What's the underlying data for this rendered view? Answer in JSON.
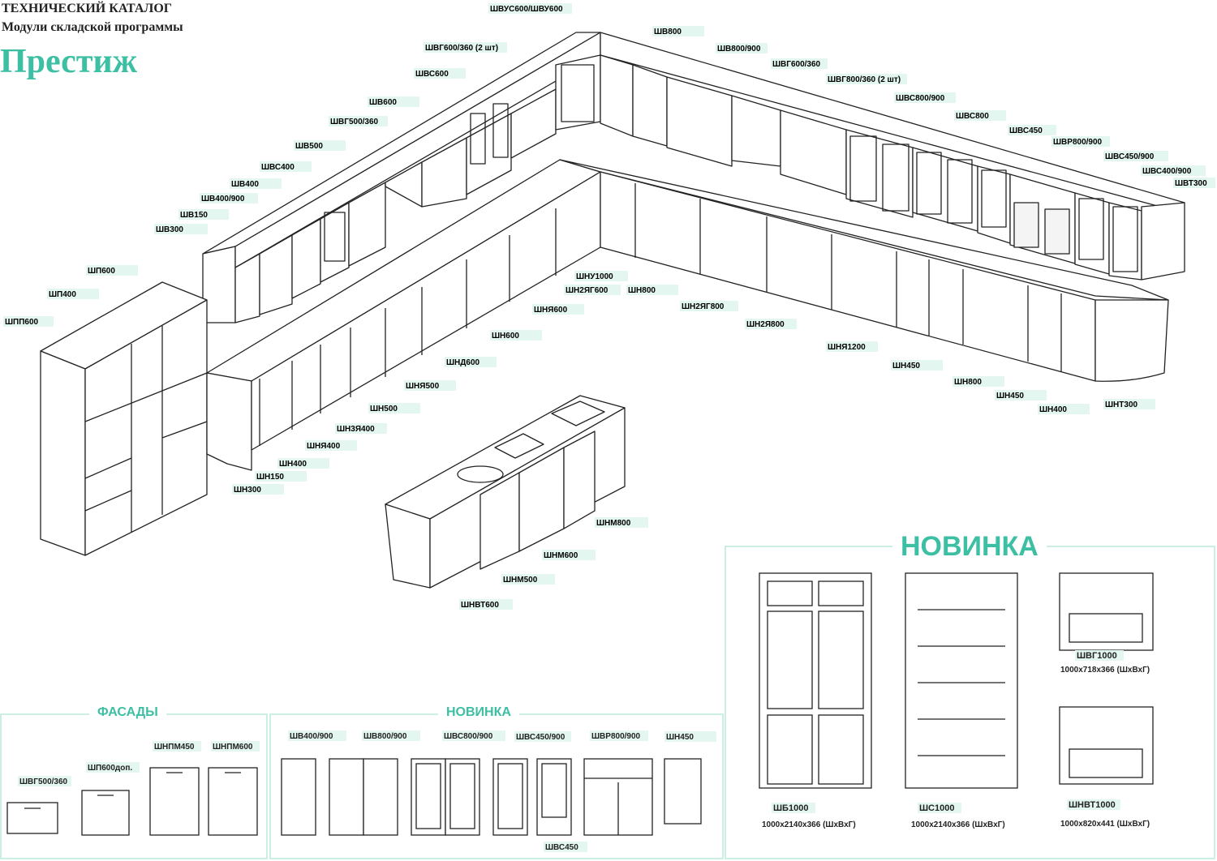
{
  "header": {
    "catalog_title": "ТЕХНИЧЕСКИЙ КАТАЛОГ",
    "catalog_subtitle": "Модули складской программы",
    "brand": "Престиж"
  },
  "colors": {
    "accent": "#3cbfa3",
    "tag_bg": "#e3f6f0",
    "line": "#222222",
    "panel_border": "#cdeee4"
  },
  "labels": [
    {
      "id": "shvus600",
      "text": "ШВУС600/ШВУ600"
    },
    {
      "id": "shv800",
      "text": "ШВ800"
    },
    {
      "id": "shv800_900",
      "text": "ШВ800/900"
    },
    {
      "id": "shvg600_360b",
      "text": "ШВГ600/360"
    },
    {
      "id": "shvg600_360a",
      "text": "ШВГ600/360 (2 шт)"
    },
    {
      "id": "shvg800_360",
      "text": "ШВГ800/360 (2 шт)"
    },
    {
      "id": "shvs600",
      "text": "ШВС600"
    },
    {
      "id": "shvs800_900",
      "text": "ШВС800/900"
    },
    {
      "id": "shv600",
      "text": "ШВ600"
    },
    {
      "id": "shvs800",
      "text": "ШВС800"
    },
    {
      "id": "shvg500_360",
      "text": "ШВГ500/360"
    },
    {
      "id": "shvs450",
      "text": "ШВС450"
    },
    {
      "id": "shvr800_900",
      "text": "ШВР800/900"
    },
    {
      "id": "shv500",
      "text": "ШВ500"
    },
    {
      "id": "shvs450_900",
      "text": "ШВС450/900"
    },
    {
      "id": "shvs400",
      "text": "ШВС400"
    },
    {
      "id": "shvs400_900",
      "text": "ШВС400/900"
    },
    {
      "id": "shvt300",
      "text": "ШВТ300"
    },
    {
      "id": "shv400",
      "text": "ШВ400"
    },
    {
      "id": "shv400_900",
      "text": "ШВ400/900"
    },
    {
      "id": "shv150",
      "text": "ШВ150"
    },
    {
      "id": "shv300",
      "text": "ШВ300"
    },
    {
      "id": "shp600",
      "text": "ШП600"
    },
    {
      "id": "shp400",
      "text": "ШП400"
    },
    {
      "id": "shpp600",
      "text": "ШПП600"
    },
    {
      "id": "shnu1000",
      "text": "ШНУ1000"
    },
    {
      "id": "shn2yag600",
      "text": "ШН2ЯГ600"
    },
    {
      "id": "shn800a",
      "text": "ШН800"
    },
    {
      "id": "shn2yag800",
      "text": "ШН2ЯГ800"
    },
    {
      "id": "shnya600",
      "text": "ШНЯ600"
    },
    {
      "id": "shn2ya800",
      "text": "ШН2Я800"
    },
    {
      "id": "shn600",
      "text": "ШН600"
    },
    {
      "id": "shnya1200",
      "text": "ШНЯ1200"
    },
    {
      "id": "shnd600",
      "text": "ШНД600"
    },
    {
      "id": "shn450a",
      "text": "ШН450"
    },
    {
      "id": "shn800b",
      "text": "ШН800"
    },
    {
      "id": "shnya500",
      "text": "ШНЯ500"
    },
    {
      "id": "shn450b",
      "text": "ШН450"
    },
    {
      "id": "shn500",
      "text": "ШН500"
    },
    {
      "id": "shn400b",
      "text": "ШН400"
    },
    {
      "id": "shnt300",
      "text": "ШНТ300"
    },
    {
      "id": "shn3ya400",
      "text": "ШН3Я400"
    },
    {
      "id": "shnya400",
      "text": "ШНЯ400"
    },
    {
      "id": "shn400a",
      "text": "ШН400"
    },
    {
      "id": "shn150",
      "text": "ШН150"
    },
    {
      "id": "shn300",
      "text": "ШН300"
    },
    {
      "id": "shnm800",
      "text": "ШНМ800"
    },
    {
      "id": "shnm600",
      "text": "ШНМ600"
    },
    {
      "id": "shnm500",
      "text": "ШНМ500"
    },
    {
      "id": "shnvt600",
      "text": "ШНВТ600"
    }
  ],
  "facades": {
    "title": "ФАСАДЫ",
    "items": [
      "ШВГ500/360",
      "ШП600доп.",
      "ШНПМ450",
      "ШНПМ600"
    ]
  },
  "novinka_bottom": {
    "title": "НОВИНКА",
    "items": [
      "ШВ400/900",
      "ШВ800/900",
      "ШВС800/900",
      "ШВС450/900",
      "ШВР800/900",
      "ШН450"
    ],
    "extra_label": "ШВС450"
  },
  "novinka_right": {
    "title": "НОВИНКА",
    "items": [
      {
        "code": "ШБ1000",
        "dims": "1000х2140х366 (ШхВхГ)"
      },
      {
        "code": "ШС1000",
        "dims": "1000х2140х366 (ШхВхГ)"
      },
      {
        "code": "ШВГ1000",
        "dims": "1000х718х366 (ШхВхГ)"
      },
      {
        "code": "ШНВТ1000",
        "dims": "1000х820х441 (ШхВхГ)"
      }
    ]
  }
}
